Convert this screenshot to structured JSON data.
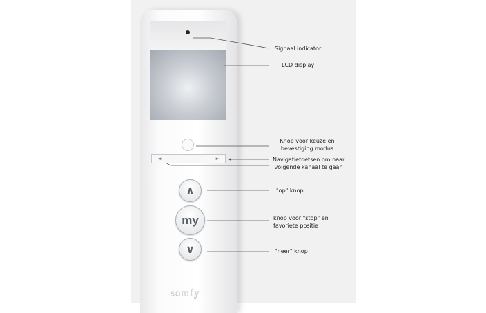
{
  "labels": {
    "signal": "Signaal indicator",
    "lcd": "LCD display",
    "mode_1": "Knop voor keuze en",
    "mode_2": "bevestiging modus",
    "nav_1": "Navigatietoetsen om naar",
    "nav_2": "volgende kanaal te gaan",
    "up": "\"op\" knop",
    "my_1": "knop voor \"stop\" en",
    "my_2": "favoriete positie",
    "down": "\"neer\" knop"
  },
  "remote": {
    "my_label": "my",
    "up_glyph": "∧",
    "down_glyph": "∨",
    "left_arrow": "◄",
    "right_arrow": "►",
    "brand": "somfy"
  },
  "colors": {
    "line": "#555555",
    "panel": "#f1f1f2"
  }
}
